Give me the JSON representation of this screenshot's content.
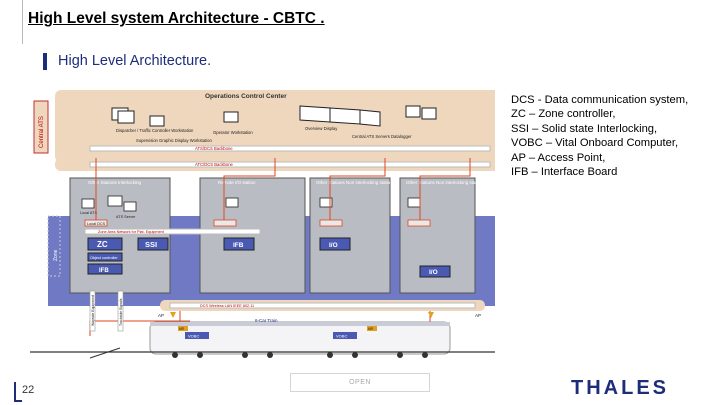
{
  "header": {
    "title": "High Level system Architecture - CBTC .",
    "section_title": "High Level Architecture."
  },
  "legend": {
    "lines": [
      "DCS - Data communication system,",
      "ZC – Zone controller,",
      "SSI – Solid state Interlocking,",
      "VOBC – Vital Onboard Computer,",
      "AP – Access Point,",
      "IFB – Interface Board"
    ]
  },
  "diagram": {
    "central_ats_label": "Central ATS",
    "occ_label": "Operations Control Center",
    "occ_workstations": {
      "dispatcher": "Dispatcher / Traffic Controller Workstation",
      "supervision": "Supervision Graphic Display Workstation",
      "operator": "Operator Workstation",
      "overview": "Overview Display",
      "central_ats_servers": "Central ATS Servers Datalogger"
    },
    "ats_backbone": "ATS/DCS Backbone",
    "atdcs_backbone": "ATC/DCS Backbone",
    "zone_label": "Zone",
    "stations": [
      "Other Stations Interlocking",
      "Remote I/O station",
      "Other Stations Non interlocking station",
      "Other Stations Non interlocking station"
    ],
    "station_items": {
      "local_ats": "Local ATS",
      "local_dcs": "Local DCS",
      "ats_server": "ATS Server"
    },
    "zone_network": "Zone Area Network for Plat. Equipment",
    "equipment": {
      "zc": "ZC",
      "ssi": "SSI",
      "ifb": "IFB",
      "io": "I/O",
      "ifb2": "IFB",
      "io2": "I/O",
      "object_controller": "Object controller"
    },
    "wayside_devices": [
      "Wayside Equipment",
      "Trackside Signals"
    ],
    "wireless_lan": "DCS Wireless LAN IEEE 802.11",
    "ap_label": "AP",
    "train_label": "6-Car Train",
    "vobc_label": "VOBC",
    "mr_label": "MR"
  },
  "footer": {
    "page_number": "22",
    "classification": "OPEN",
    "logo": "THALES"
  },
  "colors": {
    "brand": "#1d2d7a",
    "band": "#efd7bd",
    "zone_blue": "#6f79c4",
    "station_gray": "#b9bcc3",
    "equipment_blue": "#4a5ab3",
    "cable_red": "#e0461f"
  }
}
